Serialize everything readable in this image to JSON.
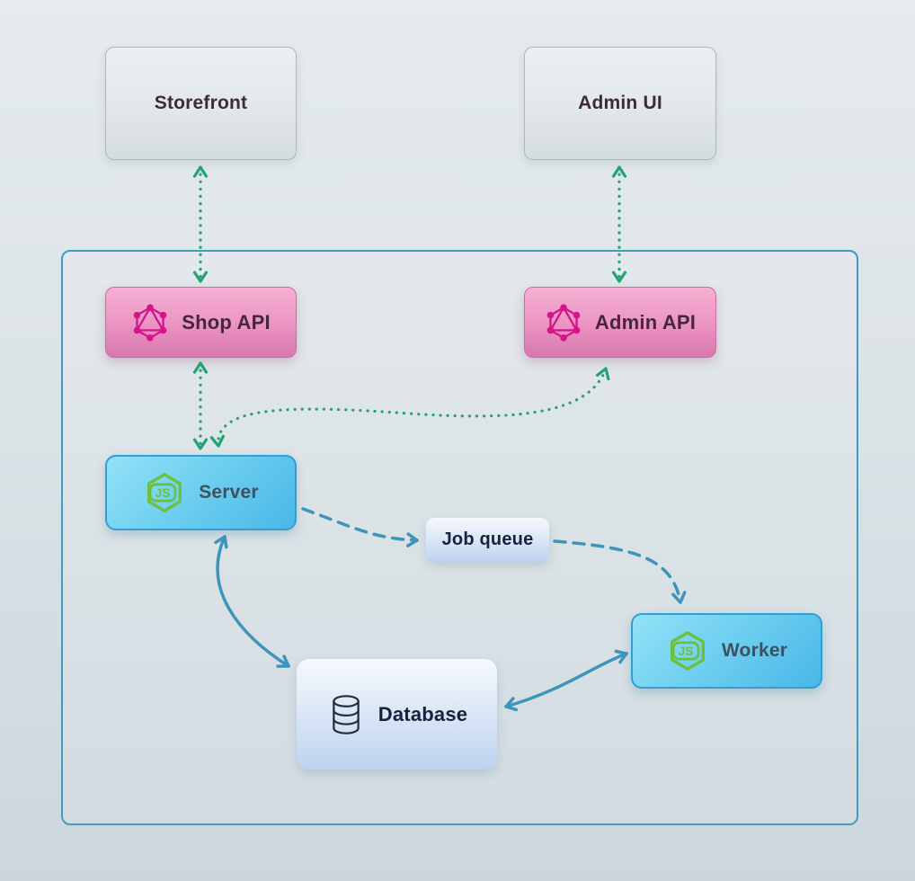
{
  "diagram": {
    "nodes": {
      "storefront": {
        "label": "Storefront"
      },
      "admin_ui": {
        "label": "Admin UI"
      },
      "shop_api": {
        "label": "Shop API",
        "icon": "graphql-icon"
      },
      "admin_api": {
        "label": "Admin API",
        "icon": "graphql-icon"
      },
      "server": {
        "label": "Server",
        "icon": "nodejs-icon"
      },
      "job_queue": {
        "label": "Job queue"
      },
      "worker": {
        "label": "Worker",
        "icon": "nodejs-icon"
      },
      "database": {
        "label": "Database",
        "icon": "database-icon"
      }
    },
    "icons": {
      "nodejs_text": "JS"
    },
    "edges": [
      {
        "from": "storefront",
        "to": "shop_api",
        "direction": "bidirectional",
        "style": "dotted",
        "color": "green"
      },
      {
        "from": "admin_ui",
        "to": "admin_api",
        "direction": "bidirectional",
        "style": "dotted",
        "color": "green"
      },
      {
        "from": "shop_api",
        "to": "server",
        "direction": "bidirectional",
        "style": "dotted",
        "color": "green"
      },
      {
        "from": "server",
        "to": "admin_api",
        "direction": "bidirectional",
        "style": "dotted",
        "color": "green"
      },
      {
        "from": "server",
        "to": "job_queue",
        "direction": "one-way",
        "style": "dashed",
        "color": "blue"
      },
      {
        "from": "job_queue",
        "to": "worker",
        "direction": "one-way",
        "style": "dashed",
        "color": "blue"
      },
      {
        "from": "server",
        "to": "database",
        "direction": "bidirectional",
        "style": "solid",
        "color": "blue"
      },
      {
        "from": "database",
        "to": "worker",
        "direction": "bidirectional",
        "style": "solid",
        "color": "blue"
      }
    ],
    "colors": {
      "arrow_green": "#22a36f",
      "arrow_blue": "#3d96ba",
      "container_border": "#4499bd",
      "graphql_pink": "#d3158a",
      "nodejs_green": "#6cc03e",
      "database_icon": "#1f2d3d",
      "background_top": "#e5ebee",
      "background_bottom": "#ccd7dd"
    }
  }
}
